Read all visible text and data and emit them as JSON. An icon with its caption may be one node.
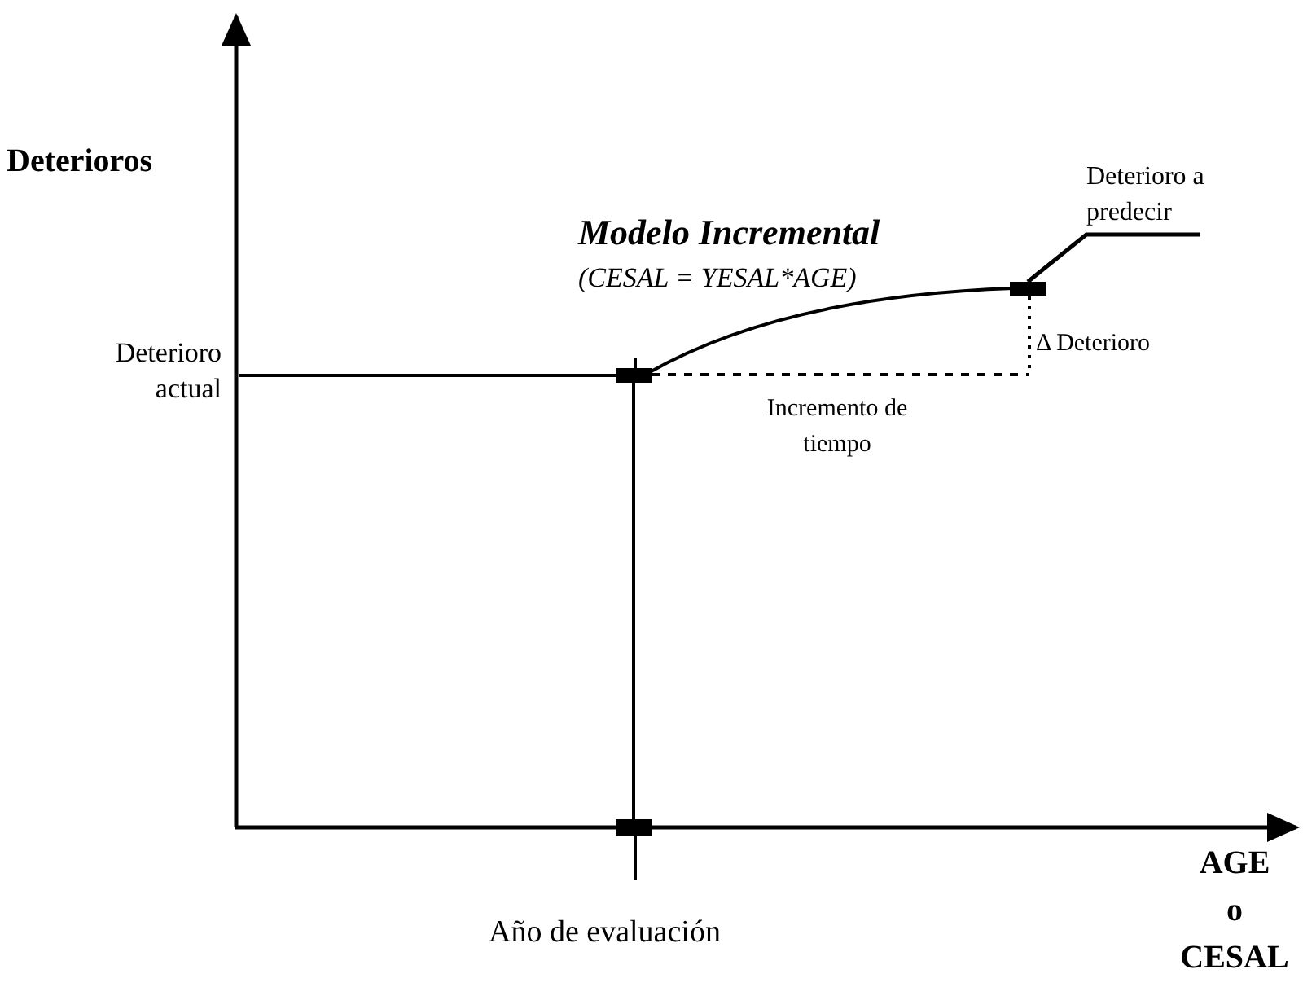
{
  "diagram": {
    "nodes": [
      {
        "text": [
          "Deterioro a predecir"
        ]
      },
      {
        "text": [],
        "shape": "bar"
      },
      {
        "text": [],
        "shape": "bar"
      },
      {
        "text": [],
        "shape": "bar"
      }
    ],
    "edges": [
      {
        "from": 0,
        "to": 3,
        "arrow": "none"
      },
      {
        "from": 1,
        "to": 2,
        "arrow": "none"
      },
      {
        "from": null,
        "to": 1,
        "arrow": "none"
      }
    ],
    "labels": [
      "Deterioros",
      "Modelo Incremental",
      "(CESAL = YESAL*AGE)",
      "Deterioro actual",
      "Δ Deterioro",
      "Incremento de tiempo",
      "Año de evaluación",
      "AGE o CESAL"
    ]
  }
}
